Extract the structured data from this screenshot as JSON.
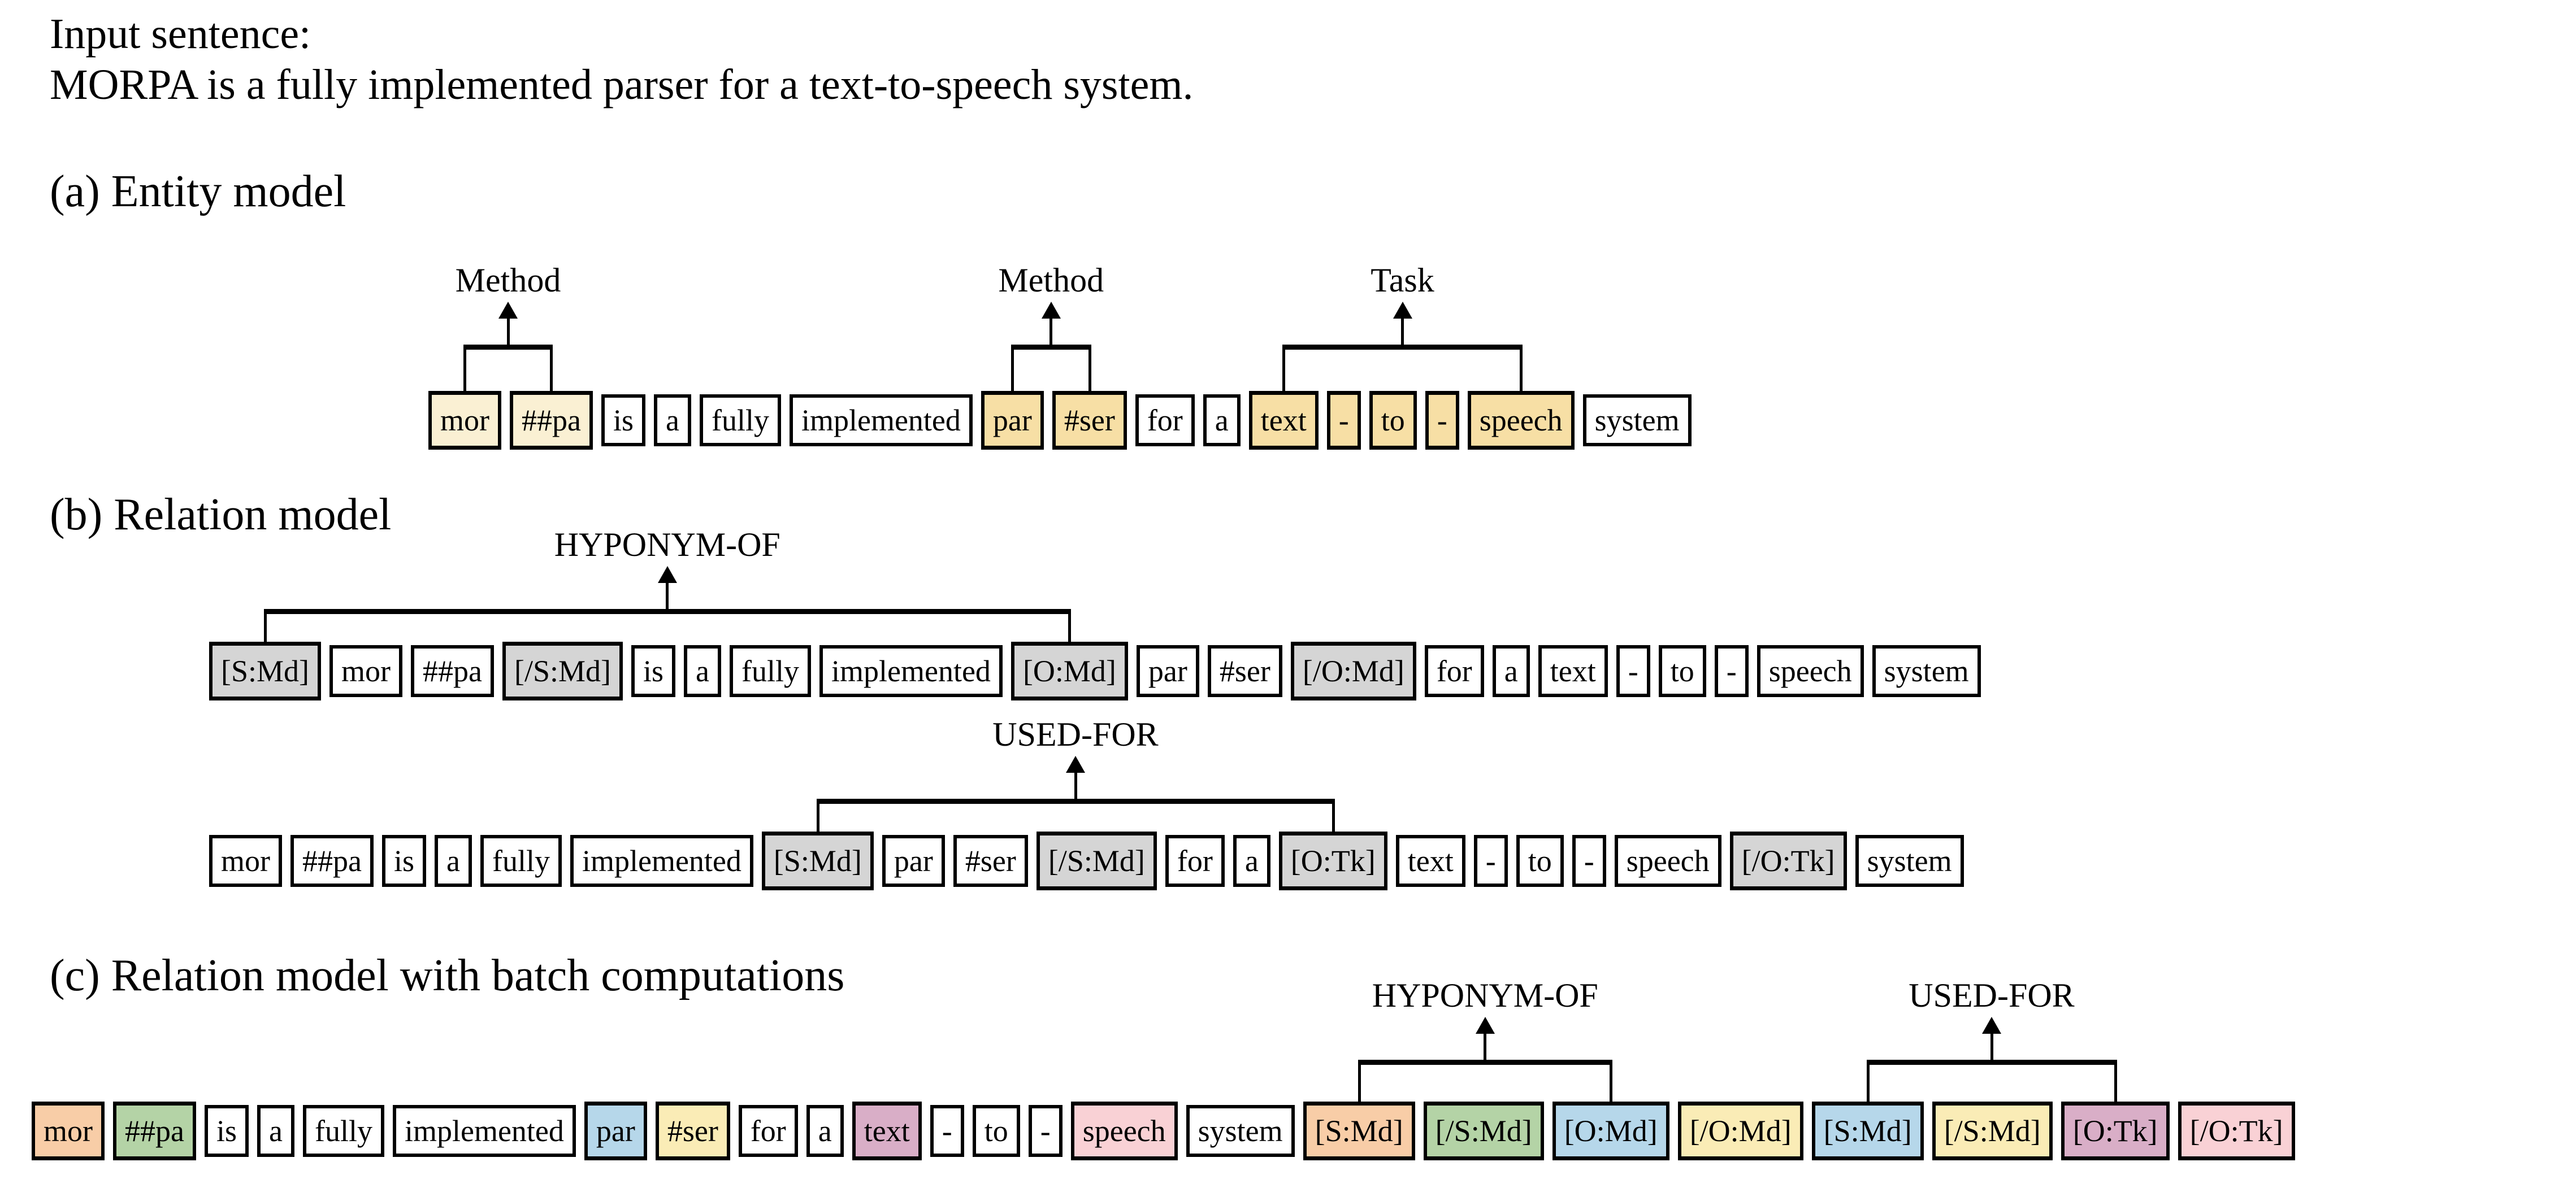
{
  "figure": {
    "input_label": "Input sentence:",
    "sentence": "MORPA is a fully implemented parser for a text-to-speech system.",
    "section_a_title": "(a) Entity model",
    "section_b_title": "(b) Relation model",
    "section_c_title": "(c) Relation model with batch computations"
  },
  "colors": {
    "white": "#ffffff",
    "cream": "#faf0d3",
    "wheat": "#f7dfa5",
    "gray": "#d5d5d5",
    "peach": "#f8cda7",
    "green": "#b4d3a6",
    "blue": "#b6d7ea",
    "yellow": "#faecb6",
    "mauve": "#d9aec7",
    "pink": "#f9d1d5",
    "line": "#000000"
  },
  "rows": {
    "a": {
      "tokens": [
        {
          "text": "mor",
          "fill": "cream"
        },
        {
          "text": "##pa",
          "fill": "cream"
        },
        {
          "text": "is",
          "fill": "white"
        },
        {
          "text": "a",
          "fill": "white"
        },
        {
          "text": "fully",
          "fill": "white"
        },
        {
          "text": "implemented",
          "fill": "white"
        },
        {
          "text": "par",
          "fill": "wheat"
        },
        {
          "text": "#ser",
          "fill": "wheat"
        },
        {
          "text": "for",
          "fill": "white"
        },
        {
          "text": "a",
          "fill": "white"
        },
        {
          "text": "text",
          "fill": "wheat"
        },
        {
          "text": "-",
          "fill": "wheat"
        },
        {
          "text": "to",
          "fill": "wheat"
        },
        {
          "text": "-",
          "fill": "wheat"
        },
        {
          "text": "speech",
          "fill": "wheat"
        },
        {
          "text": "system",
          "fill": "white"
        }
      ],
      "annotations": [
        {
          "label": "Method",
          "from": 0,
          "to": 1
        },
        {
          "label": "Method",
          "from": 6,
          "to": 7
        },
        {
          "label": "Task",
          "from": 10,
          "to": 14
        }
      ]
    },
    "b1": {
      "tokens": [
        {
          "text": "[S:Md]",
          "fill": "gray"
        },
        {
          "text": "mor",
          "fill": "white"
        },
        {
          "text": "##pa",
          "fill": "white"
        },
        {
          "text": "[/S:Md]",
          "fill": "gray"
        },
        {
          "text": "is",
          "fill": "white"
        },
        {
          "text": "a",
          "fill": "white"
        },
        {
          "text": "fully",
          "fill": "white"
        },
        {
          "text": "implemented",
          "fill": "white"
        },
        {
          "text": "[O:Md]",
          "fill": "gray"
        },
        {
          "text": "par",
          "fill": "white"
        },
        {
          "text": "#ser",
          "fill": "white"
        },
        {
          "text": "[/O:Md]",
          "fill": "gray"
        },
        {
          "text": "for",
          "fill": "white"
        },
        {
          "text": "a",
          "fill": "white"
        },
        {
          "text": "text",
          "fill": "white"
        },
        {
          "text": "-",
          "fill": "white"
        },
        {
          "text": "to",
          "fill": "white"
        },
        {
          "text": "-",
          "fill": "white"
        },
        {
          "text": "speech",
          "fill": "white"
        },
        {
          "text": "system",
          "fill": "white"
        }
      ],
      "annotations": [
        {
          "label": "HYPONYM-OF",
          "from": 0,
          "to": 8
        }
      ]
    },
    "b2": {
      "tokens": [
        {
          "text": "mor",
          "fill": "white"
        },
        {
          "text": "##pa",
          "fill": "white"
        },
        {
          "text": "is",
          "fill": "white"
        },
        {
          "text": "a",
          "fill": "white"
        },
        {
          "text": "fully",
          "fill": "white"
        },
        {
          "text": "implemented",
          "fill": "white"
        },
        {
          "text": "[S:Md]",
          "fill": "gray"
        },
        {
          "text": "par",
          "fill": "white"
        },
        {
          "text": "#ser",
          "fill": "white"
        },
        {
          "text": "[/S:Md]",
          "fill": "gray"
        },
        {
          "text": "for",
          "fill": "white"
        },
        {
          "text": "a",
          "fill": "white"
        },
        {
          "text": "[O:Tk]",
          "fill": "gray"
        },
        {
          "text": "text",
          "fill": "white"
        },
        {
          "text": "-",
          "fill": "white"
        },
        {
          "text": "to",
          "fill": "white"
        },
        {
          "text": "-",
          "fill": "white"
        },
        {
          "text": "speech",
          "fill": "white"
        },
        {
          "text": "[/O:Tk]",
          "fill": "gray"
        },
        {
          "text": "system",
          "fill": "white"
        }
      ],
      "annotations": [
        {
          "label": "USED-FOR",
          "from": 6,
          "to": 12
        }
      ]
    },
    "c": {
      "tokens": [
        {
          "text": "mor",
          "fill": "peach"
        },
        {
          "text": "##pa",
          "fill": "green"
        },
        {
          "text": "is",
          "fill": "white"
        },
        {
          "text": "a",
          "fill": "white"
        },
        {
          "text": "fully",
          "fill": "white"
        },
        {
          "text": "implemented",
          "fill": "white"
        },
        {
          "text": "par",
          "fill": "blue"
        },
        {
          "text": "#ser",
          "fill": "yellow"
        },
        {
          "text": "for",
          "fill": "white"
        },
        {
          "text": "a",
          "fill": "white"
        },
        {
          "text": "text",
          "fill": "mauve"
        },
        {
          "text": "-",
          "fill": "white"
        },
        {
          "text": "to",
          "fill": "white"
        },
        {
          "text": "-",
          "fill": "white"
        },
        {
          "text": "speech",
          "fill": "pink"
        },
        {
          "text": "system",
          "fill": "white"
        },
        {
          "text": "[S:Md]",
          "fill": "peach"
        },
        {
          "text": "[/S:Md]",
          "fill": "green"
        },
        {
          "text": "[O:Md]",
          "fill": "blue"
        },
        {
          "text": "[/O:Md]",
          "fill": "yellow"
        },
        {
          "text": "[S:Md]",
          "fill": "blue"
        },
        {
          "text": "[/S:Md]",
          "fill": "yellow"
        },
        {
          "text": "[O:Tk]",
          "fill": "mauve"
        },
        {
          "text": "[/O:Tk]",
          "fill": "pink"
        }
      ],
      "annotations": [
        {
          "label": "HYPONYM-OF",
          "from": 16,
          "to": 18
        },
        {
          "label": "USED-FOR",
          "from": 20,
          "to": 22
        }
      ]
    }
  }
}
